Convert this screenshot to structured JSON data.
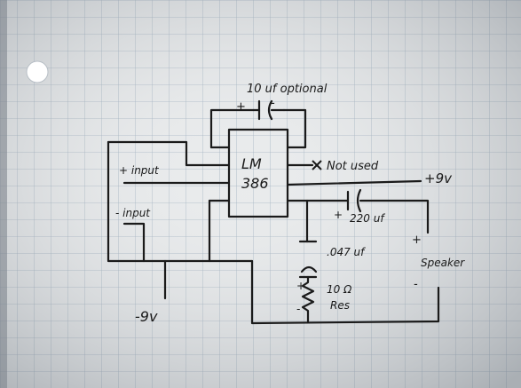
{
  "schematic": {
    "chip_label_line1": "LM",
    "chip_label_line2": "386",
    "cap_optional_label": "10 uf optional",
    "not_used_label": "Not used",
    "plus9_label": "+9v",
    "minus9_label": "-9v",
    "plus_input_label": "+ input",
    "minus_input_label": "- input",
    "cap_220_label": "220 uf",
    "cap_047_label": ".047 uf",
    "speaker_label": "Speaker",
    "resistor_label_line1": "10 Ω",
    "resistor_label_line2": "Res",
    "plus_sign": "+",
    "minus_sign": "-"
  },
  "colors": {
    "paper": "#e9ebec",
    "grid": "#9fb0bf",
    "ink": "#1a1a1a",
    "backdrop": "#9a9fa5"
  }
}
